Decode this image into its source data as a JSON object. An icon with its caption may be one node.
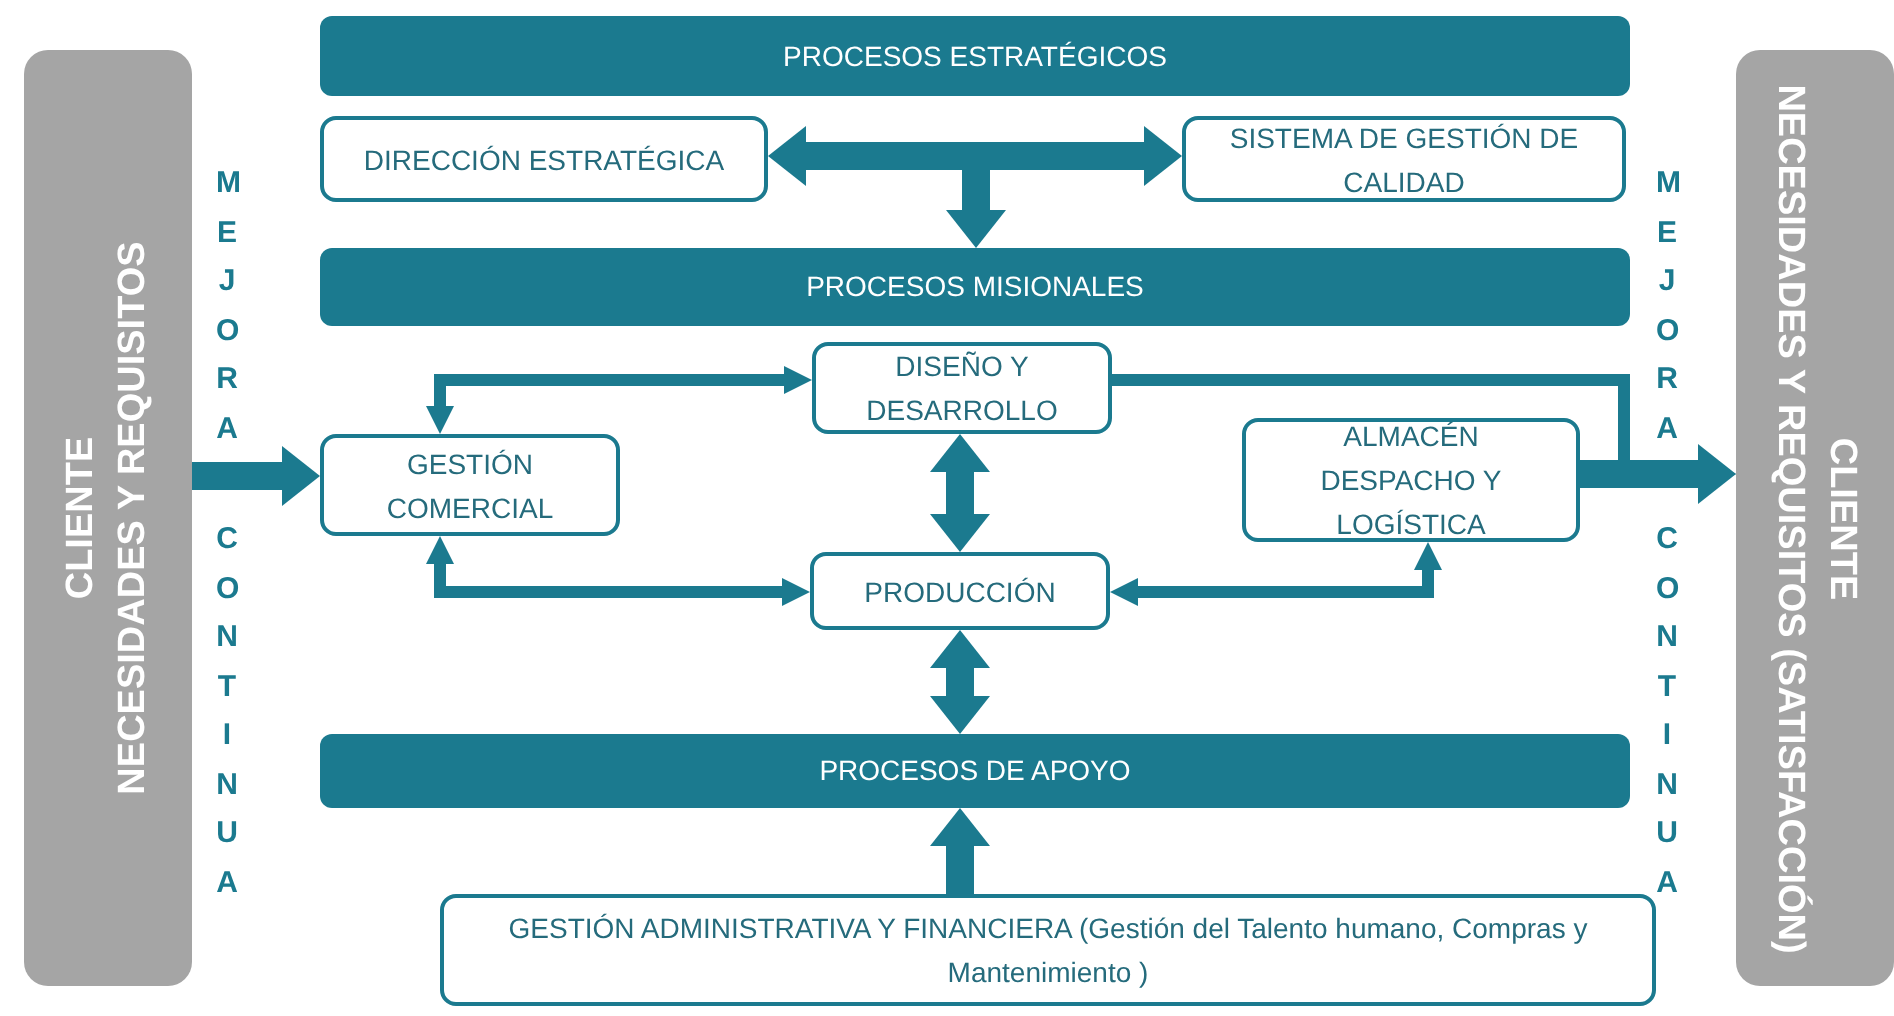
{
  "diagram": {
    "nodes": [
      {
        "text": [
          "CLIENTE",
          "NECESIDADES Y REQUISITOS"
        ]
      },
      {
        "text": [
          "PROCESOS ESTRATÉGICOS"
        ]
      },
      {
        "text": [
          "DIRECCIÓN ESTRATÉGICA"
        ]
      },
      {
        "text": [
          "SISTEMA DE GESTIÓN DE CALIDAD"
        ]
      },
      {
        "text": [
          "PROCESOS MISIONALES"
        ]
      },
      {
        "text": [
          "DISEÑO Y DESARROLLO"
        ]
      },
      {
        "text": [
          "GESTIÓN COMERCIAL"
        ]
      },
      {
        "text": [
          "ALMACÉN DESPACHO Y LOGÍSTICA"
        ]
      },
      {
        "text": [
          "PRODUCCIÓN"
        ]
      },
      {
        "text": [
          "PROCESOS DE APOYO"
        ]
      },
      {
        "text": [
          "GESTIÓN ADMINISTRATIVA Y FINANCIERA (Gestión del Talento humano, Compras y Mantenimiento )"
        ]
      },
      {
        "text": [
          "CLIENTE",
          "NECESIDADES Y REQUISITOS (SATISFACCIÓN)"
        ]
      }
    ],
    "edges": [
      {
        "from": 2,
        "to": 3,
        "arrow": "both"
      },
      {
        "from": null,
        "to": 4,
        "arrow": "to"
      },
      {
        "from": 0,
        "to": 6,
        "arrow": "to"
      },
      {
        "from": 5,
        "to": 6,
        "arrow": "both"
      },
      {
        "from": 6,
        "to": 8,
        "arrow": "both"
      },
      {
        "from": 5,
        "to": 8,
        "arrow": "both"
      },
      {
        "from": 8,
        "to": 7,
        "arrow": "both"
      },
      {
        "from": 5,
        "to": 11,
        "arrow": "to"
      },
      {
        "from": 7,
        "to": 11,
        "arrow": "to"
      },
      {
        "from": 8,
        "to": 9,
        "arrow": "both"
      },
      {
        "from": 10,
        "to": 9,
        "arrow": "to"
      }
    ],
    "labels": [
      "MEJORA",
      "CONTINUA",
      "MEJORA",
      "CONTINUA"
    ]
  }
}
